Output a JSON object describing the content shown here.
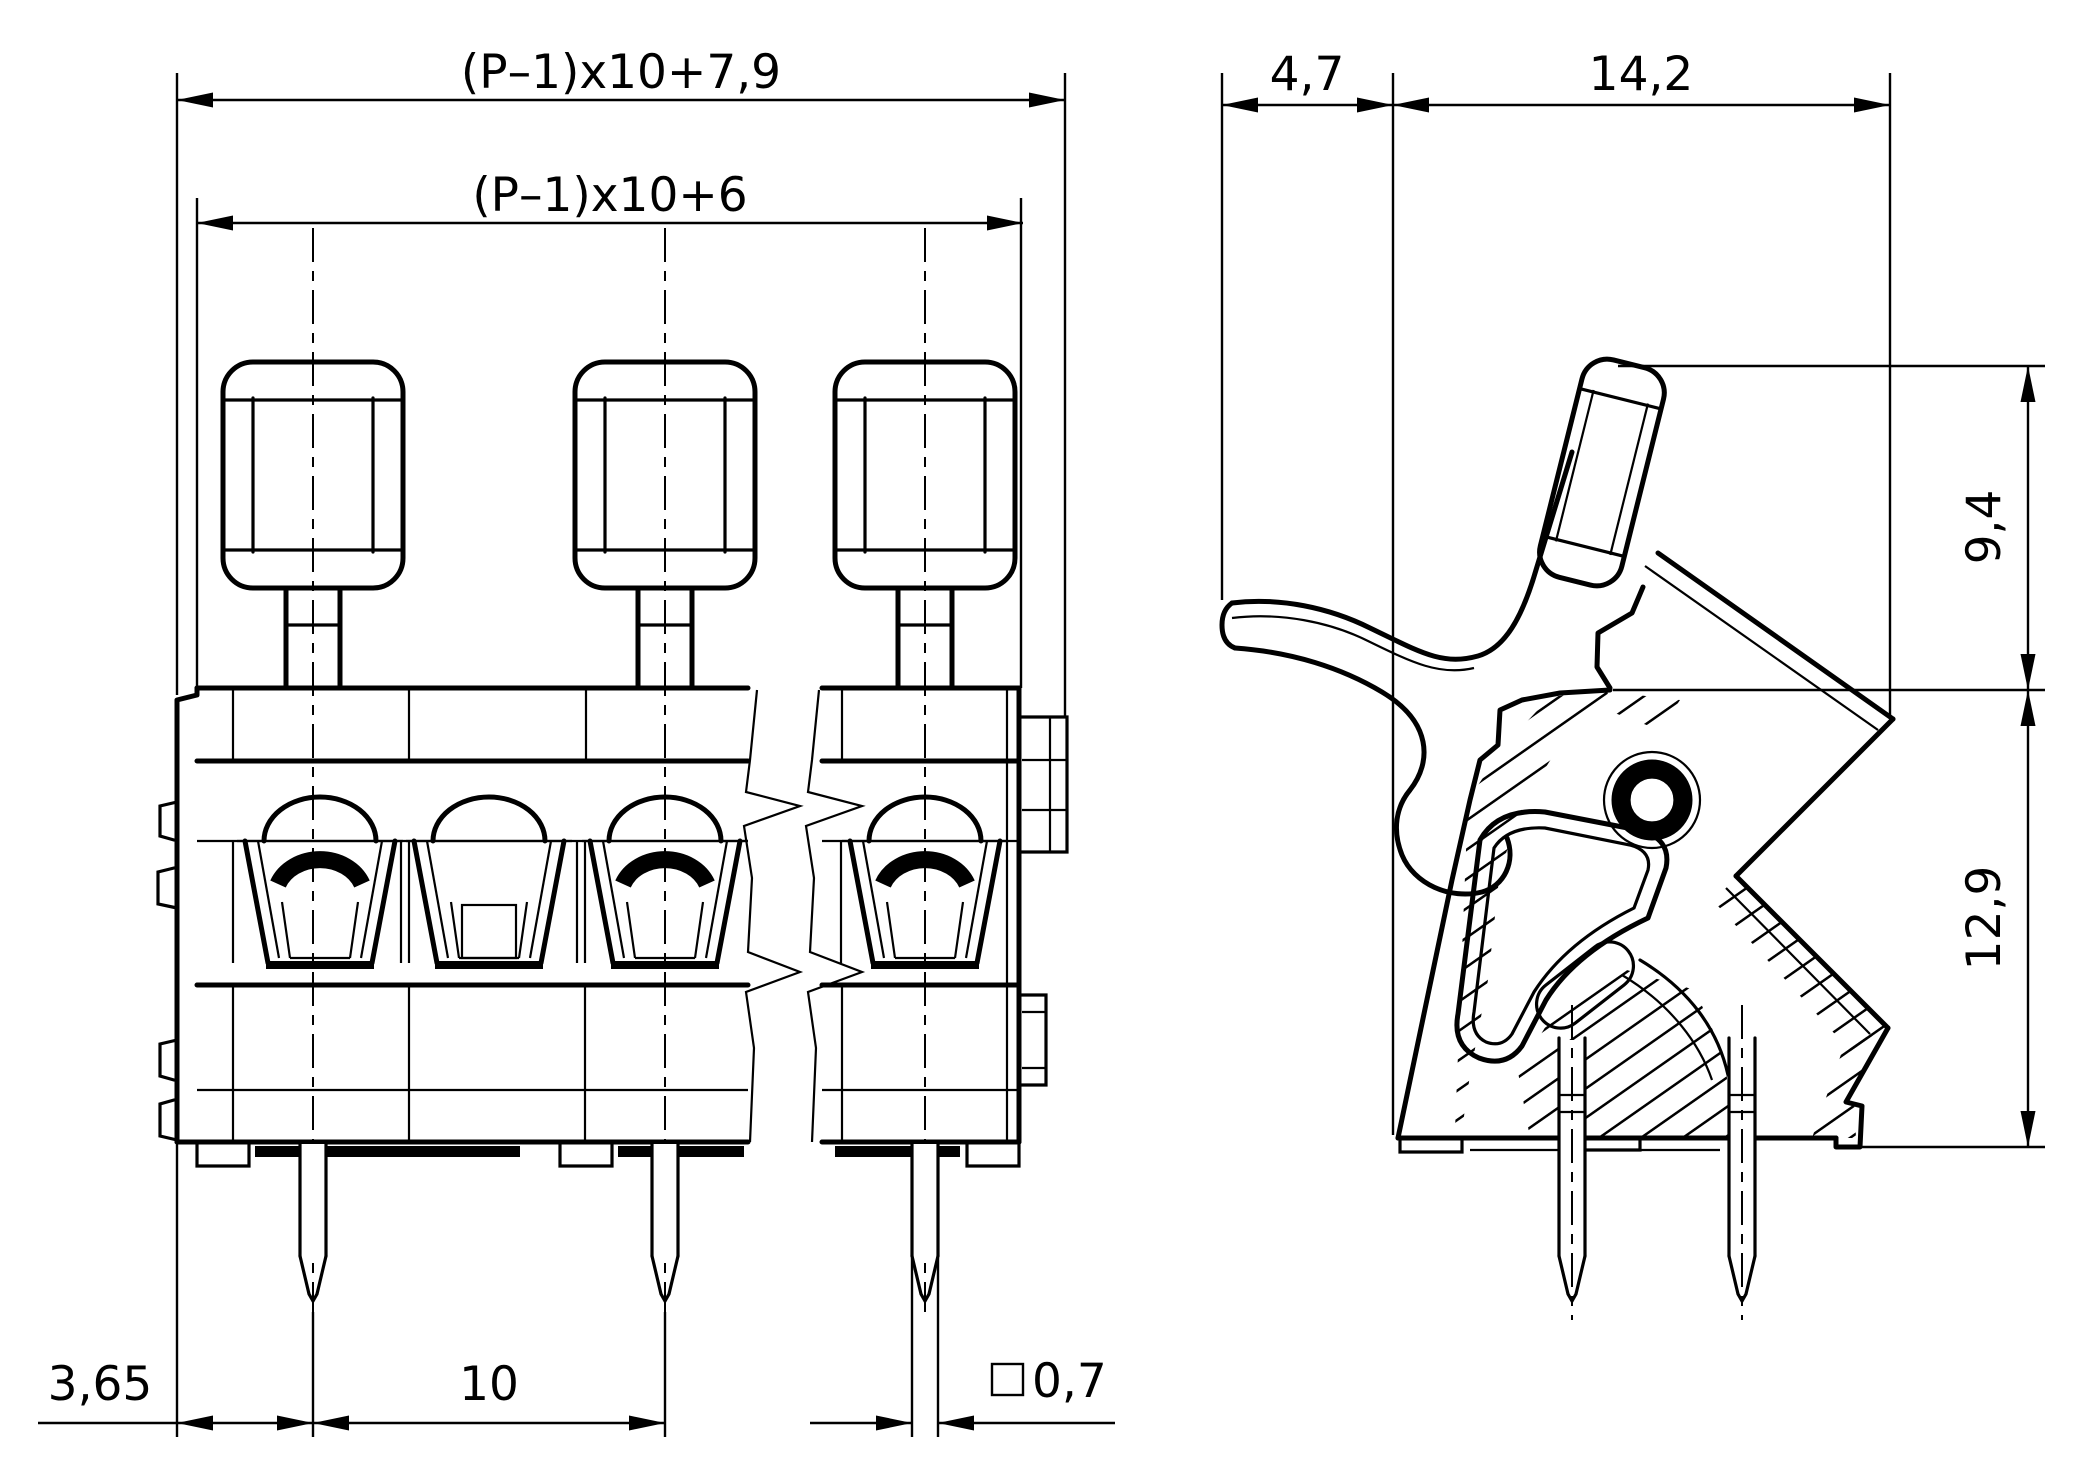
{
  "drawing": {
    "background": "#ffffff",
    "line_color": "#000000",
    "type": "terminal-block-dimensional-drawing",
    "dimensions": {
      "overall_width": "(P–1)x10+7,9",
      "inner_width": "(P–1)x10+6",
      "front_overhang": "4,7",
      "housing_depth": "14,2",
      "height_above_board": "9,4",
      "height_body": "12,9",
      "edge_to_pin": "3,65",
      "pin_pitch": "10",
      "pin_cross_section": "0,7",
      "pin_cross_section_symbol": "square"
    }
  }
}
